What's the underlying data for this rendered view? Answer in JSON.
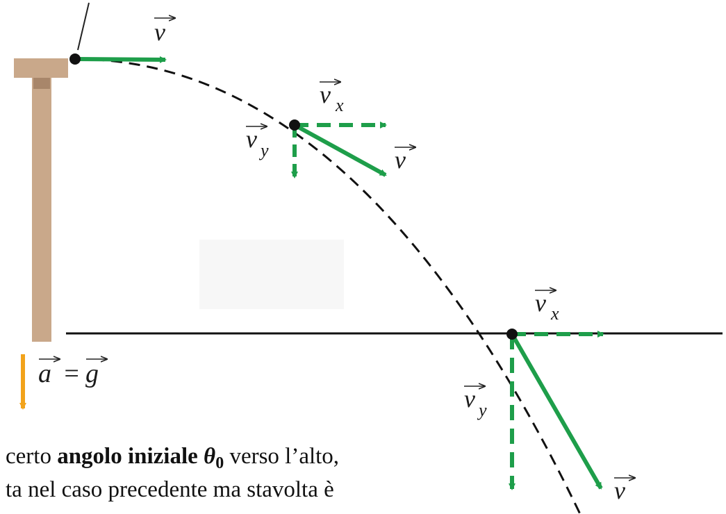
{
  "diagram": {
    "labels": {
      "v_top": "v",
      "vx_mid": "v",
      "vx_mid_sub": "x",
      "vy_mid": "v",
      "vy_mid_sub": "y",
      "v_mid": "v",
      "vx_low": "v",
      "vx_low_sub": "x",
      "vy_low": "v",
      "vy_low_sub": "y",
      "v_low": "v",
      "accel_a": "a",
      "accel_eq": "=",
      "accel_g": "g"
    },
    "colors": {
      "velocity": "#1e9e4a",
      "acceleration": "#f2a31b",
      "table": "#c9a88a",
      "table_shadow": "#a8866a",
      "trajectory": "#111111"
    }
  },
  "caption": {
    "line1_start": "certo ",
    "line1_bold": "angolo iniziale ",
    "line1_theta": "θ",
    "line1_sub": "0",
    "line1_end": " verso l’alto,",
    "line2": "ta nel caso precedente ma stavolta è"
  }
}
